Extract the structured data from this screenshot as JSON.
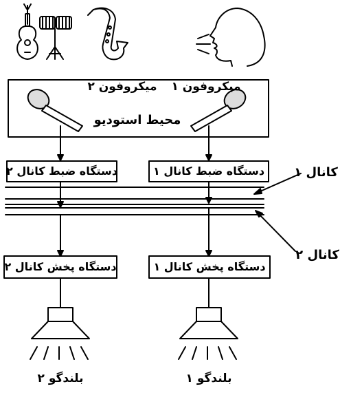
{
  "studio": {
    "mic1_label": "میکروفون ۱",
    "mic2_label": "میکروفون ۲",
    "env_label": "محیط استودیو"
  },
  "recorders": {
    "ch1": "دستگاه ضبط کانال ۱",
    "ch2": "دستگاه ضبط کانال ۲"
  },
  "players": {
    "ch1": "دستگاه پخش کانال ۱",
    "ch2": "دستگاه پخش کانال ۲"
  },
  "tape_labels": {
    "ch1": "کانال ۱",
    "ch2": "کانال ۲"
  },
  "speakers": {
    "s1": "بلندگو ۱",
    "s2": "بلندگو ۲"
  },
  "icons": [
    "guitar-icon",
    "drum-icon",
    "saxophone-icon",
    "voice-head-icon",
    "microphone-icon",
    "loudspeaker-icon"
  ]
}
